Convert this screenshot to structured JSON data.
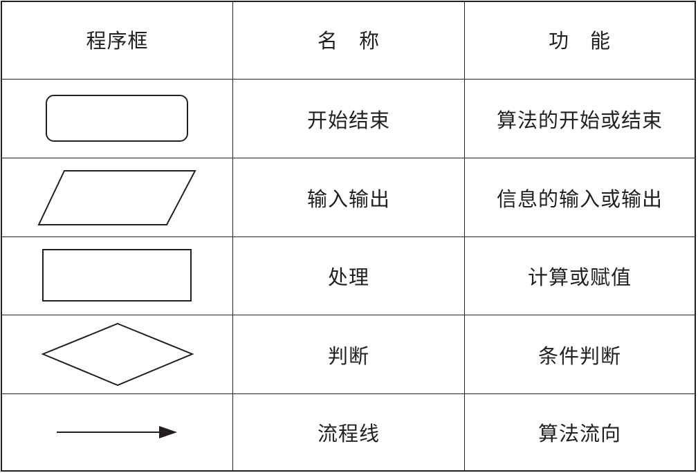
{
  "table": {
    "headers": [
      "程序框",
      "名　称",
      "功　能"
    ],
    "rows": [
      {
        "shape": "rounded-rectangle-icon",
        "name": "开始结束",
        "function": "算法的开始或结束"
      },
      {
        "shape": "parallelogram-icon",
        "name": "输入输出",
        "function": "信息的输入或输出"
      },
      {
        "shape": "rectangle-icon",
        "name": "处理",
        "function": "计算或赋值"
      },
      {
        "shape": "diamond-icon",
        "name": "判断",
        "function": "条件判断"
      },
      {
        "shape": "arrow-icon",
        "name": "流程线",
        "function": "算法流向"
      }
    ]
  },
  "colors": {
    "line": "#231f20",
    "background": "#ffffff"
  }
}
